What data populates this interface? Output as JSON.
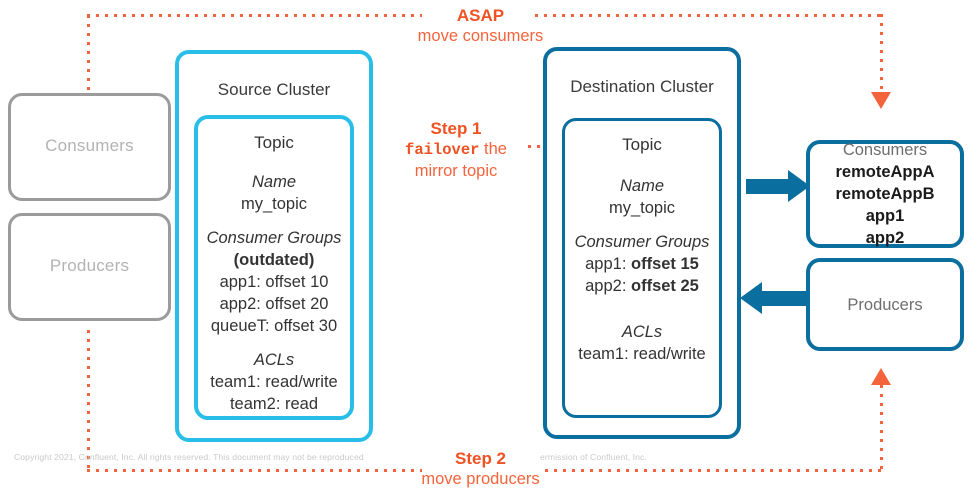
{
  "diagram": {
    "title": "Cluster Linking failover: move consumers and producers",
    "colors": {
      "cyan": "#29bee8",
      "blue": "#0a6e9e",
      "orange": "#ef5223",
      "orange_light": "#f4643c",
      "grey": "#9b9b9b",
      "grey_text": "#b3b3b3"
    }
  },
  "left": {
    "consumers_label": "Consumers",
    "producers_label": "Producers"
  },
  "source_cluster": {
    "title": "Source Cluster",
    "topic": {
      "title": "Topic",
      "name_label": "Name",
      "name_value": "my_topic",
      "consumer_groups_label": "Consumer Groups",
      "consumer_groups_note": "(outdated)",
      "consumer_groups": [
        "app1: offset 10",
        "app2: offset 20",
        "queueT: offset 30"
      ],
      "acls_label": "ACLs",
      "acls": [
        "team1: read/write",
        "team2: read"
      ]
    }
  },
  "destination_cluster": {
    "title": "Destination Cluster",
    "topic": {
      "title": "Topic",
      "name_label": "Name",
      "name_value": "my_topic",
      "consumer_groups_label": "Consumer Groups",
      "consumer_groups": [
        {
          "app": "app1: ",
          "offset": "offset 15"
        },
        {
          "app": "app2: ",
          "offset": "offset 25"
        }
      ],
      "acls_label": "ACLs",
      "acls": [
        "team1: read/write"
      ]
    }
  },
  "right": {
    "consumers": {
      "heading": "Consumers",
      "items": [
        "remoteAppA",
        "remoteAppB",
        "app1",
        "app2"
      ]
    },
    "producers": {
      "heading": "Producers"
    }
  },
  "annotations": {
    "asap": {
      "heading": "ASAP",
      "text": "move consumers"
    },
    "step1": {
      "heading": "Step 1",
      "code": "failover",
      "text_after_code": " the",
      "line2": "mirror topic"
    },
    "step2": {
      "heading": "Step 2",
      "text": "move producers"
    }
  },
  "footer": {
    "left": "Copyright 2021, Confluent, Inc. All rights reserved. This document may not be reproduced",
    "right": "ermission of Confluent, Inc."
  }
}
